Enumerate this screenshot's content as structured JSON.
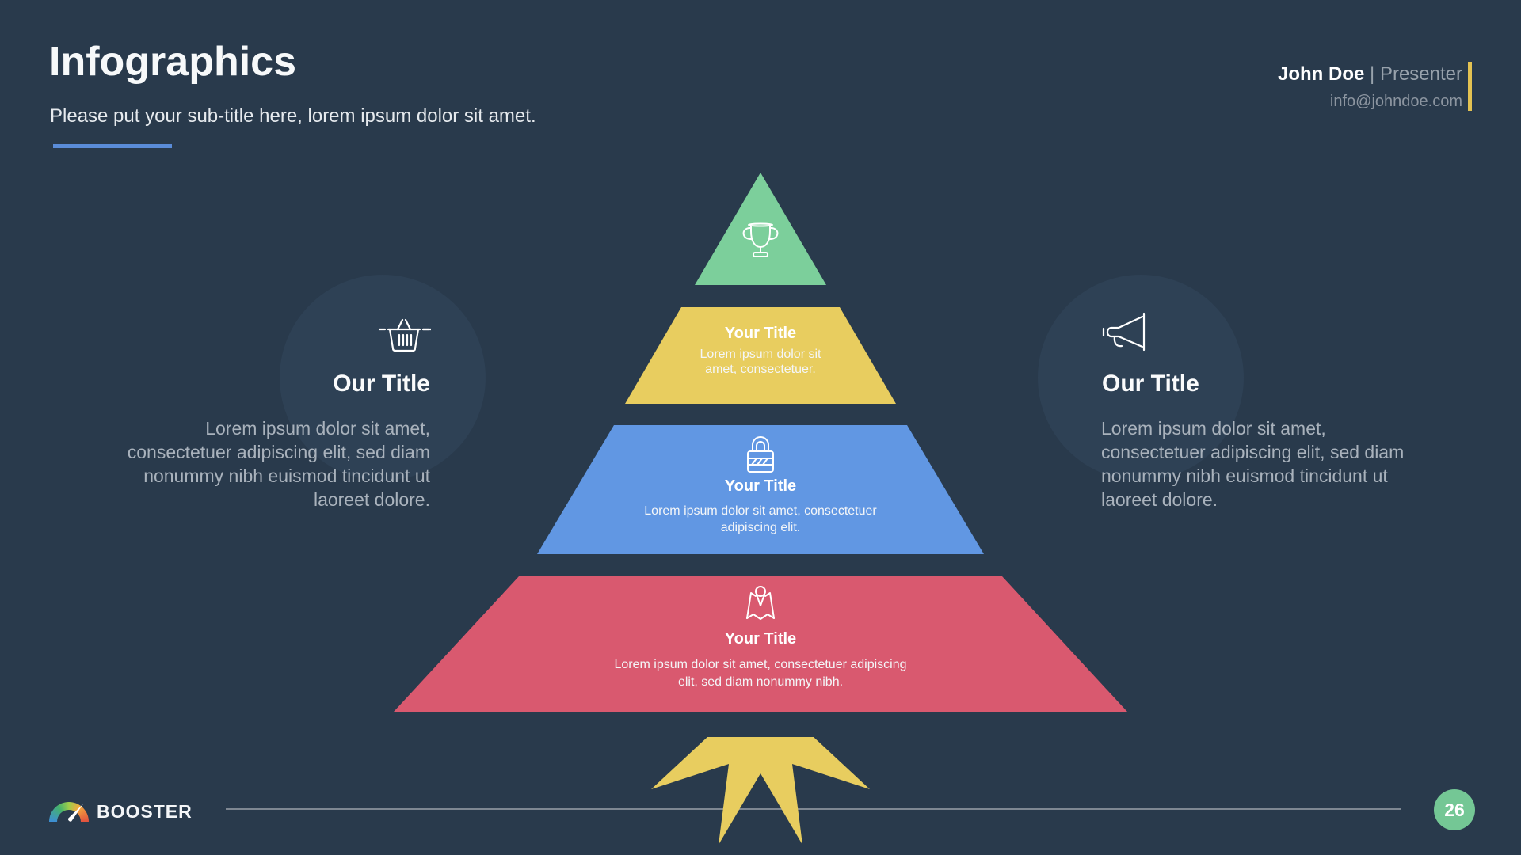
{
  "slide": {
    "title": "Infographics",
    "subtitle": "Please put your sub-title here, lorem ipsum dolor sit amet."
  },
  "presenter": {
    "name": "John Doe",
    "separator": " | ",
    "role": "Presenter",
    "email": "info@johndoe.com"
  },
  "left_feature": {
    "icon": "basket-icon",
    "title": "Our Title",
    "body": "Lorem ipsum dolor sit amet, consectetuer adipiscing elit, sed diam nonummy nibh euismod tincidunt ut laoreet dolore."
  },
  "right_feature": {
    "icon": "megaphone-icon",
    "title": "Our Title",
    "body": "Lorem ipsum dolor sit amet, consectetuer adipiscing elit, sed diam nonummy nibh euismod tincidunt ut laoreet dolore."
  },
  "pyramid": {
    "levels": [
      {
        "name": "top",
        "icon": "trophy-icon",
        "color": "#7ccf9b",
        "title": "",
        "body": ""
      },
      {
        "name": "second",
        "icon": "",
        "color": "#e8cd5f",
        "title": "Your Title",
        "body": "Lorem ipsum dolor sit amet, consectetuer."
      },
      {
        "name": "third",
        "icon": "lock-icon",
        "color": "#6197e3",
        "title": "Your Title",
        "body": "Lorem ipsum dolor sit amet, consectetuer adipiscing elit."
      },
      {
        "name": "fourth",
        "icon": "map-icon",
        "color": "#d9596f",
        "title": "Your Title",
        "body": "Lorem ipsum dolor sit amet, consectetuer adipiscing elit, sed diam nonummy nibh."
      }
    ],
    "star_color": "#e8cd5f"
  },
  "footer": {
    "brand": "BOOSTER",
    "page_number": "26"
  },
  "colors": {
    "background": "#293a4c",
    "feature_circle": "#2e4155",
    "accent_underline": "#5a8cd8",
    "accent_bar": "#e3c252",
    "divider": "#7e8792",
    "page_badge": "#74c795"
  }
}
